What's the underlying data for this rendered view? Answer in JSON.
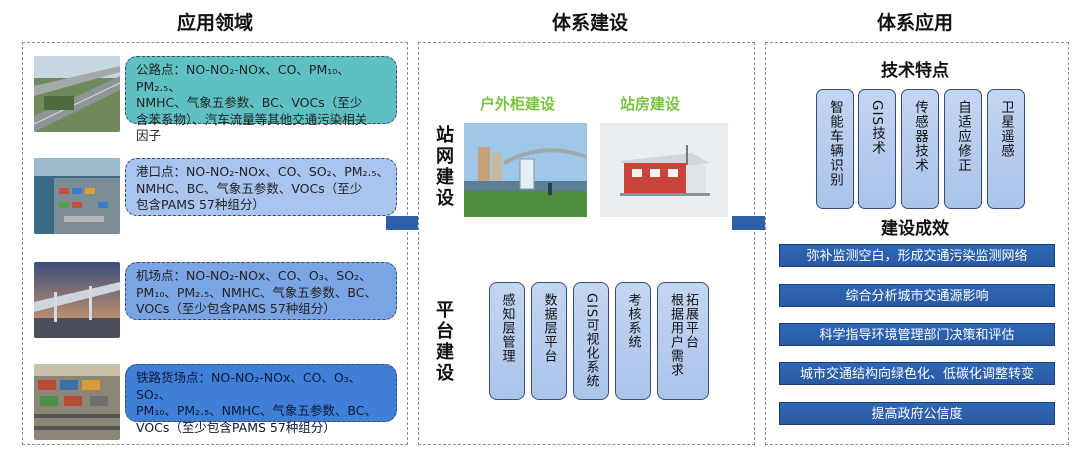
{
  "sections": {
    "left_title": "应用领域",
    "mid_title": "体系建设",
    "right_title": "体系应用"
  },
  "left": {
    "rows": [
      {
        "lines": [
          "公路点：NO-NO₂-NOx、CO、PM₁₀、PM₂.₅、",
          "NMHC、气象五参数、BC、VOCs（至少",
          "含苯系物）、汽车流量等其他交通污染相关",
          "因子"
        ],
        "bg": "#5fc0c3"
      },
      {
        "lines": [
          "港口点：NO-NO₂-NOx、CO、SO₂、PM₂.₅、",
          "NMHC、BC、气象五参数、VOCs（至少",
          "包含PAMS 57种组分）"
        ],
        "bg": "#a9c4ef"
      },
      {
        "lines": [
          "机场点：NO-NO₂-NOx、CO、O₃、SO₂、",
          "PM₁₀、PM₂.₅、NMHC、气象五参数、BC、",
          "VOCs（至少包含PAMS 57种组分）"
        ],
        "bg": "#7aa4e4"
      },
      {
        "lines": [
          "铁路货场点：NO-NO₂-NOx、CO、O₃、SO₂、",
          "PM₁₀、PM₂.₅、NMHC、气象五参数、BC、",
          "VOCs（至少包含PAMS 57种组分）"
        ],
        "bg": "#3f7fd8"
      }
    ]
  },
  "middle": {
    "station_label": "站网建设",
    "outdoor_label": "户外柜建设",
    "room_label": "站房建设",
    "platform_label": "平台建设",
    "platform_items": [
      "感知层管理",
      "数据层平台",
      "GIS可视化系统",
      "考核系统",
      "根据用户需求",
      "拓展平台"
    ]
  },
  "right": {
    "tech_title": "技术特点",
    "tech_items": [
      "智能车辆识别",
      "GIS技术",
      "传感器技术",
      "自适应修正",
      "卫星遥感"
    ],
    "result_title": "建设成效",
    "results": [
      "弥补监测空白，形成交通污染监测网络",
      "综合分析城市交通源影响",
      "科学指导环境管理部门决策和评估",
      "城市交通结构向绿色化、低碳化调整转变",
      "提高政府公信度"
    ]
  }
}
